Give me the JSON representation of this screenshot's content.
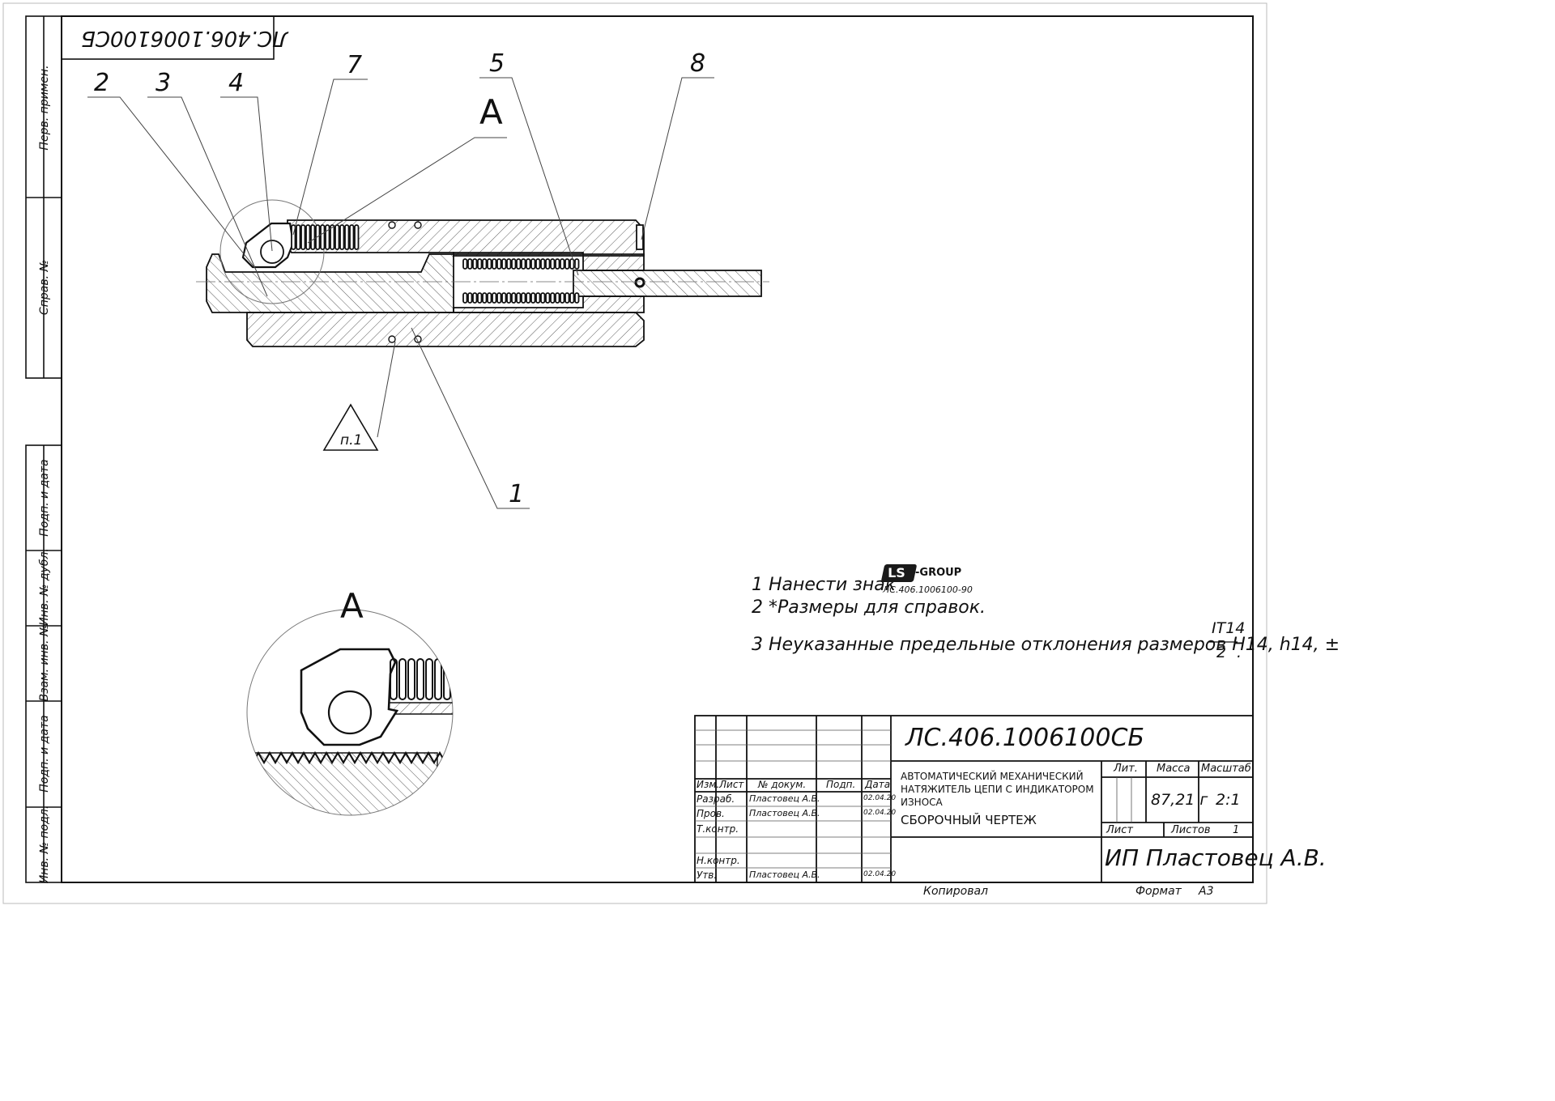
{
  "stamp": {
    "mirrored_code": "ЛС.406.1006100СБ"
  },
  "side_labels": [
    "Перв. примен.",
    "Справ. №",
    "Подп. и дата",
    "Инв. № дубл.",
    "Взам. инв. №",
    "Подп. и дата",
    "Инв. № подл."
  ],
  "callouts": {
    "c1": "1",
    "c2": "2",
    "c3": "3",
    "c4": "4",
    "c5": "5",
    "c7": "7",
    "c8": "8",
    "view_a": "А",
    "triangle_note": "п.1"
  },
  "detail": {
    "label": "А"
  },
  "notes": {
    "n1": "1 Нанести знак",
    "logo_text": "LS",
    "logo_group": "-GROUP",
    "logo_code": "ЛС.406.1006100-90",
    "n2": "2  *Размеры для справок.",
    "n3": "3  Неуказанные предельные отклонения размеров Н14, h14, ±",
    "frac_num": "IT14",
    "frac_den": "2",
    "frac_end": "."
  },
  "title_block": {
    "code": "ЛС.406.1006100СБ",
    "name_line1": "АВТОМАТИЧЕСКИЙ МЕХАНИЧЕСКИЙ",
    "name_line2": "НАТЯЖИТЕЛЬ ЦЕПИ С ИНДИКАТОРОМ",
    "name_line3": "ИЗНОСА",
    "doc_type": "СБОРОЧНЫЙ ЧЕРТЕЖ",
    "headers": {
      "izm": "Изм.",
      "list": "Лист",
      "doc": "№ докум.",
      "sign": "Подп.",
      "date": "Дата"
    },
    "roles": {
      "razrab": "Разраб.",
      "prov": "Пров.",
      "tkontr": "Т.контр.",
      "nkontr": "Н.контр.",
      "utv": "Утв."
    },
    "people": {
      "razrab": "Пластовец А.В.",
      "prov": "Пластовец А.В.",
      "utv": "Пластовец А.В."
    },
    "dates": {
      "razrab": "02.04.20",
      "prov": "02.04.20",
      "utv": "02.04.20"
    },
    "lit_label": "Лит.",
    "mass_label": "Масса",
    "scale_label": "Масштаб",
    "mass": "87,21 г",
    "scale": "2:1",
    "sheet_label": "Лист",
    "sheets_label": "Листов",
    "sheets": "1",
    "org": "ИП Пластовец А.В."
  },
  "footer": {
    "copied": "Копировал",
    "format_label": "Формат",
    "format": "А3"
  }
}
